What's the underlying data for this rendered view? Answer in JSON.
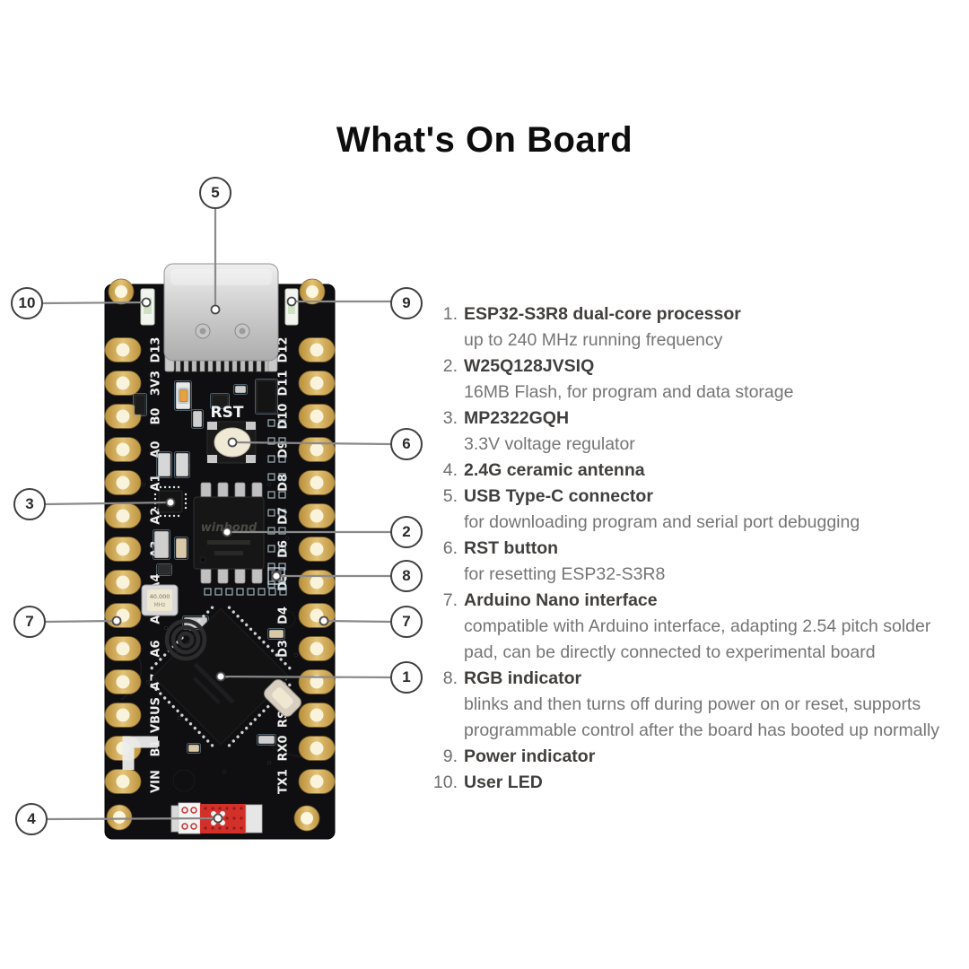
{
  "title": "What's On Board",
  "board": {
    "silkscreen": {
      "rst_label": "RST",
      "chip_brand": "winbond",
      "crystal_label": "40.000",
      "crystal_unit": "MHz"
    },
    "pins_left": [
      "D13",
      "3V3",
      "B0",
      "A0",
      "A1",
      "A2",
      "A3",
      "A4",
      "A5",
      "A6",
      "A7",
      "VBUS",
      "B1",
      "VIN"
    ],
    "pins_right": [
      "D12",
      "D11",
      "D10",
      "D9",
      "D8",
      "D7",
      "D6",
      "D5",
      "D4",
      "D3",
      "D2",
      "RST",
      "RX0",
      "TX1"
    ]
  },
  "callouts": [
    {
      "label": "5"
    },
    {
      "label": "10"
    },
    {
      "label": "9"
    },
    {
      "label": "3"
    },
    {
      "label": "6"
    },
    {
      "label": "2"
    },
    {
      "label": "8"
    },
    {
      "label": "7"
    },
    {
      "label": "7"
    },
    {
      "label": "1"
    },
    {
      "label": "4"
    }
  ],
  "legend": {
    "items": [
      {
        "num": "1.",
        "title": "ESP32-S3R8 dual-core processor",
        "desc": [
          "up to 240 MHz running frequency"
        ]
      },
      {
        "num": "2.",
        "title": "W25Q128JVSIQ",
        "desc": [
          "16MB Flash, for program and data storage"
        ]
      },
      {
        "num": "3.",
        "title": "MP2322GQH",
        "desc": [
          "3.3V voltage regulator"
        ]
      },
      {
        "num": "4.",
        "title": "2.4G ceramic antenna",
        "desc": []
      },
      {
        "num": "5.",
        "title": "USB Type-C connector",
        "desc": [
          "for downloading program and serial port debugging"
        ]
      },
      {
        "num": "6.",
        "title": "RST button",
        "desc": [
          "for resetting ESP32-S3R8"
        ]
      },
      {
        "num": "7.",
        "title": "Arduino Nano interface",
        "desc": [
          "compatible with Arduino interface, adapting 2.54 pitch solder pad, can be directly connected to experimental board"
        ]
      },
      {
        "num": "8.",
        "title": "RGB indicator",
        "desc": [
          "blinks and then turns off during power on or reset, supports programmable control after the board has booted up normally"
        ]
      },
      {
        "num": "9.",
        "title": "Power indicator",
        "desc": []
      },
      {
        "num": "10.",
        "title": "User LED",
        "desc": []
      }
    ]
  },
  "colors": {
    "pcb": "#0f0f11",
    "pad_gold": "#cfa44e",
    "antenna_red": "#d3302a",
    "silkscreen": "#f2f2f2",
    "callout_ring": "#3f3f3f",
    "callout_line": "#8a8a8a",
    "title_text": "#0d0d0d",
    "legend_heading": "#413f3d",
    "legend_body": "#757575"
  }
}
